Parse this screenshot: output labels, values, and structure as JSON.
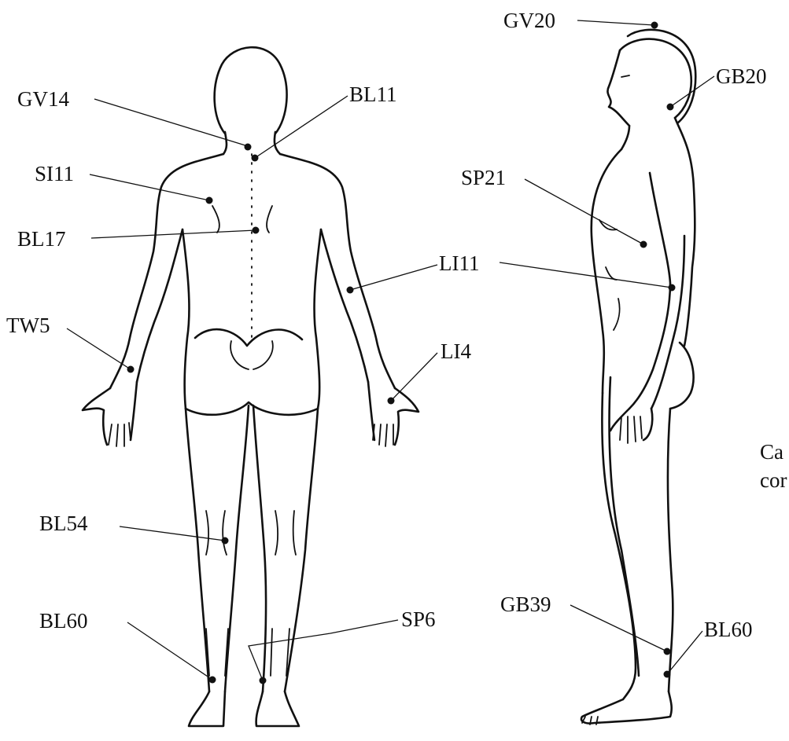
{
  "front_view": {
    "points": [
      {
        "id": "gv14",
        "label": "GV14"
      },
      {
        "id": "bl11",
        "label": "BL11"
      },
      {
        "id": "si11",
        "label": "SI11"
      },
      {
        "id": "bl17",
        "label": "BL17"
      },
      {
        "id": "li11",
        "label": "LI11"
      },
      {
        "id": "tw5",
        "label": "TW5"
      },
      {
        "id": "li4",
        "label": "LI4"
      },
      {
        "id": "bl54",
        "label": "BL54"
      },
      {
        "id": "bl60",
        "label": "BL60"
      },
      {
        "id": "sp6",
        "label": "SP6"
      }
    ]
  },
  "side_view": {
    "points": [
      {
        "id": "gv20",
        "label": "GV20"
      },
      {
        "id": "gb20",
        "label": "GB20"
      },
      {
        "id": "sp21",
        "label": "SP21"
      },
      {
        "id": "gb39",
        "label": "GB39"
      },
      {
        "id": "bl60",
        "label": "BL60"
      }
    ]
  },
  "caption": {
    "line1": "Ca",
    "line2": "cor"
  },
  "colors": {
    "ink": "#111111",
    "background": "#ffffff"
  }
}
